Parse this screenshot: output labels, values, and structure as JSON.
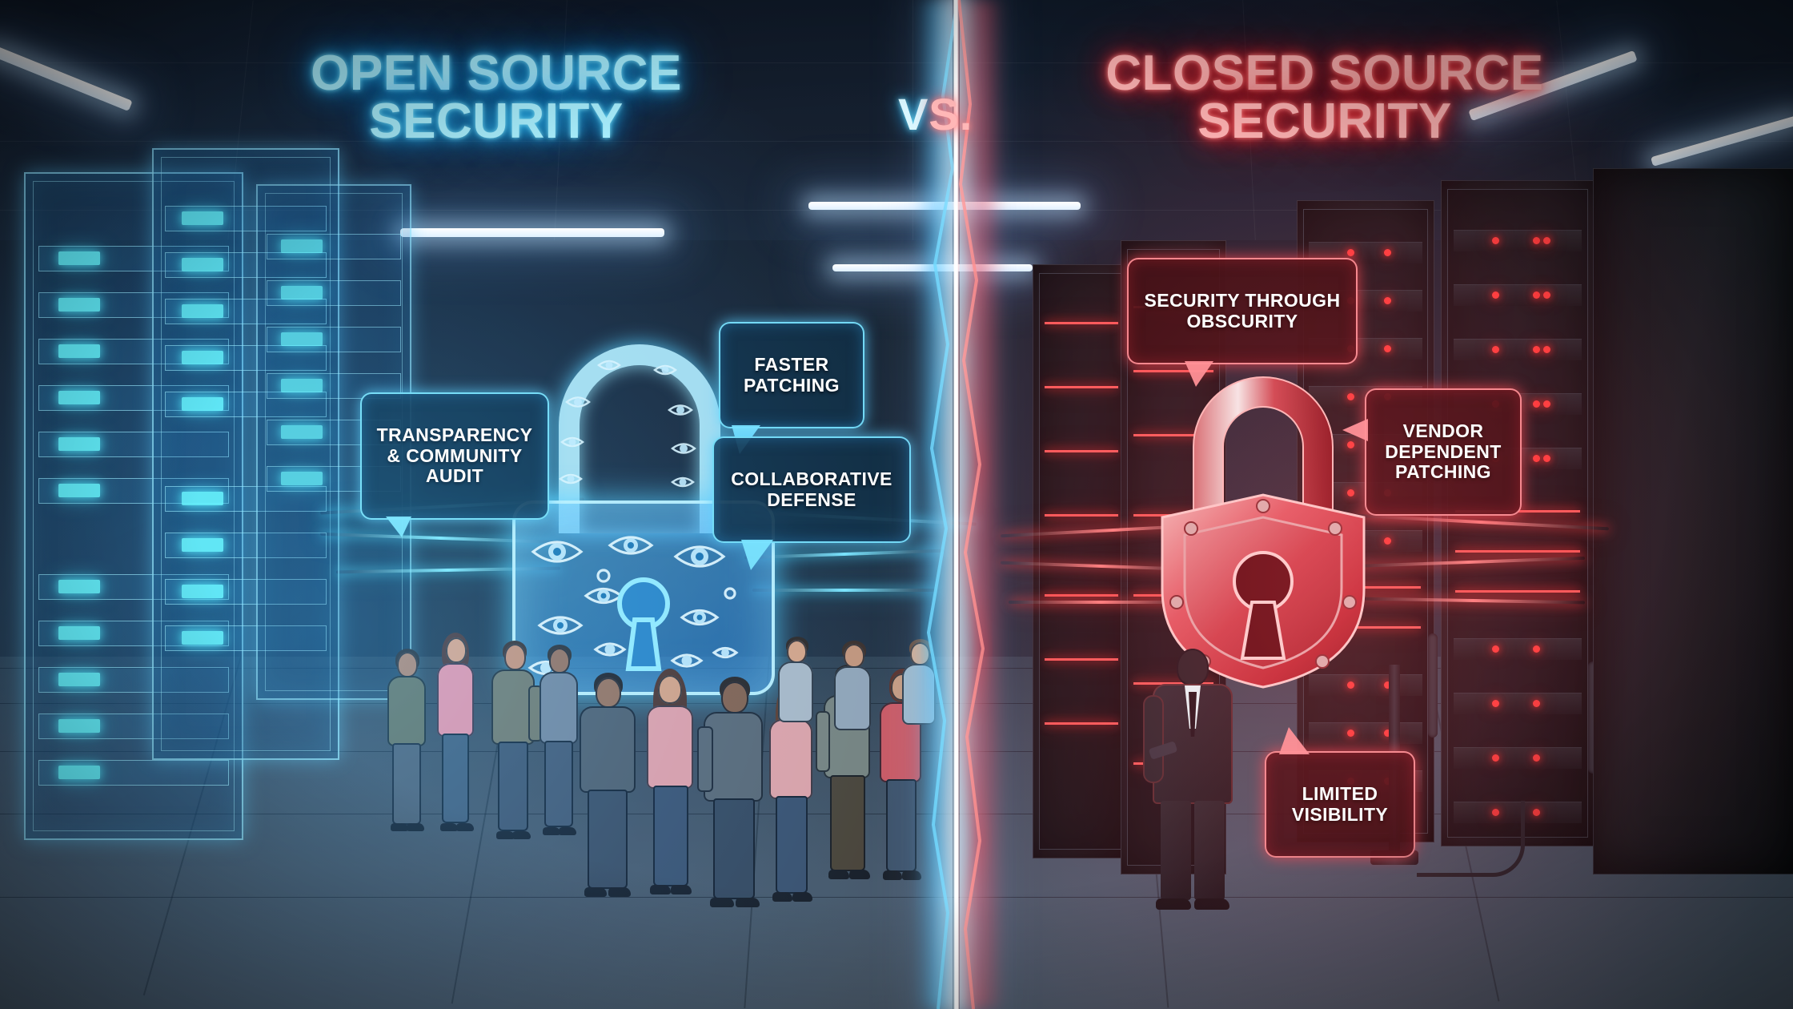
{
  "titles": {
    "left": "OPEN SOURCE\nSECURITY",
    "vs_left": "V",
    "vs_right": "S.",
    "right": "CLOSED SOURCE\nSECURITY"
  },
  "colors": {
    "open_source_accent": "#5fd8ff",
    "closed_source_accent": "#ff4a55",
    "neon_cyan_text": "#a9f0ff",
    "neon_red_text": "#ffb3b3",
    "divider_core": "#ffffff",
    "room_dark": "#18222f",
    "floor": "#465667"
  },
  "left_side": {
    "name": "open-source-panel",
    "callouts": [
      {
        "id": "transparency",
        "text": "TRANSPARENCY\n& COMMUNITY\nAUDIT"
      },
      {
        "id": "faster-patching",
        "text": "FASTER\nPATCHING"
      },
      {
        "id": "collaborative-defense",
        "text": "COLLABORATIVE\nDEFENSE"
      }
    ],
    "icons": {
      "lock": "transparent-padlock-icon",
      "eyes": "eye-icon",
      "racks": "holographic-server-rack-icon",
      "crowd": "community-crowd-icon"
    }
  },
  "right_side": {
    "name": "closed-source-panel",
    "callouts": [
      {
        "id": "security-through-obscurity",
        "text": "SECURITY THROUGH\nOBSCURITY"
      },
      {
        "id": "vendor-dependent-patching",
        "text": "VENDOR\nDEPENDENT\nPATCHING"
      },
      {
        "id": "limited-visibility",
        "text": "LIMITED\nVISIBILITY"
      }
    ],
    "icons": {
      "lock": "shielded-padlock-icon",
      "racks": "closed-server-rack-icon",
      "person": "lone-businessman-icon"
    }
  }
}
